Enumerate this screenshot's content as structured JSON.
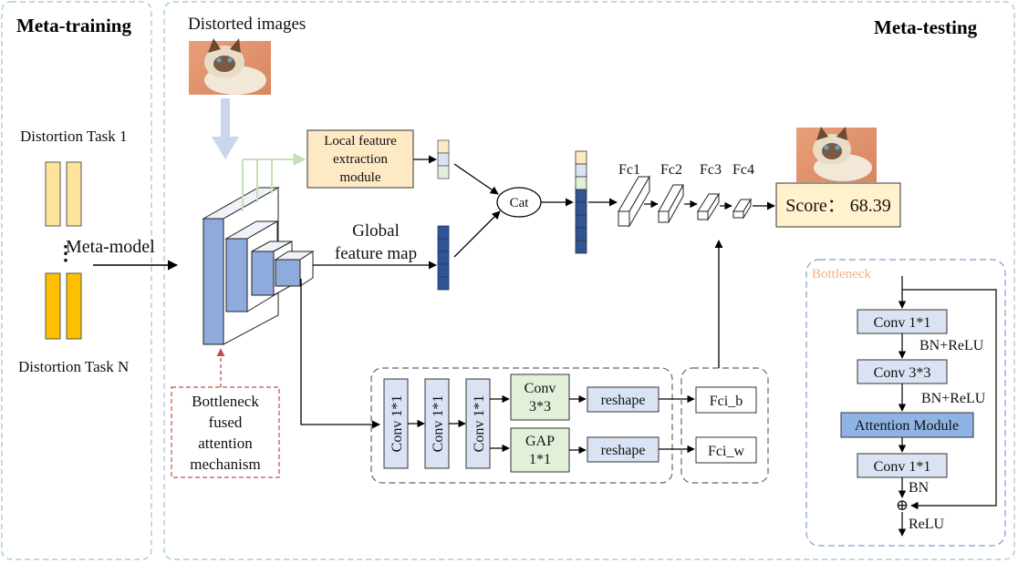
{
  "panels": {
    "meta_training_title": "Meta-training",
    "meta_testing_title": "Meta-testing"
  },
  "left": {
    "task_first": "Distortion Task 1",
    "task_last": "Distortion Task N",
    "meta_model": "Meta-model",
    "ellipsis": "⋮"
  },
  "input": {
    "label": "Distorted images"
  },
  "local_module": {
    "line1": "Local feature",
    "line2": "extraction",
    "line3": "module"
  },
  "global_map": {
    "line1": "Global",
    "line2": "feature map"
  },
  "bottleneck_note": {
    "line1": "Bottleneck",
    "line2": "fused",
    "line3": "attention",
    "line4": "mechanism"
  },
  "cat_label": "Cat",
  "fc_labels": [
    "Fc1",
    "Fc2",
    "Fc3",
    "Fc4"
  ],
  "score": {
    "label": "Score： 68.39"
  },
  "hyper_branch": {
    "conv_a": "Conv 1*1",
    "conv_b": "Conv 1*1",
    "conv_c": "Conv 1*1",
    "conv33_line1": "Conv",
    "conv33_line2": "3*3",
    "gap_line1": "GAP",
    "gap_line2": "1*1",
    "reshape_top": "reshape",
    "reshape_bottom": "reshape",
    "fc_b": "Fci_b",
    "fc_w": "Fci_w"
  },
  "bottleneck_detail": {
    "title": "Bottleneck",
    "conv1": "Conv 1*1",
    "bnrelu1": "BN+ReLU",
    "conv2": "Conv 3*3",
    "bnrelu2": "BN+ReLU",
    "attention": "Attention Module",
    "conv3": "Conv 1*1",
    "bn": "BN",
    "plus": "⊕",
    "relu": "ReLU"
  },
  "colors": {
    "panel_border": "#9cc3d0",
    "task_light": "#fde49a",
    "task_dark": "#fdc000",
    "backbone_face": "#8faadc",
    "backbone_dark": "#4472c4",
    "feature_dark": "#2f5597",
    "conv_box": "#dae3f3",
    "green_box": "#e2f0d9",
    "local_box": "#fde9c4",
    "score_box": "#fff2cc",
    "bottleneck_title": "#f4b183",
    "attention_box": "#8fb4e3",
    "dashed_red": "#c0504d"
  }
}
